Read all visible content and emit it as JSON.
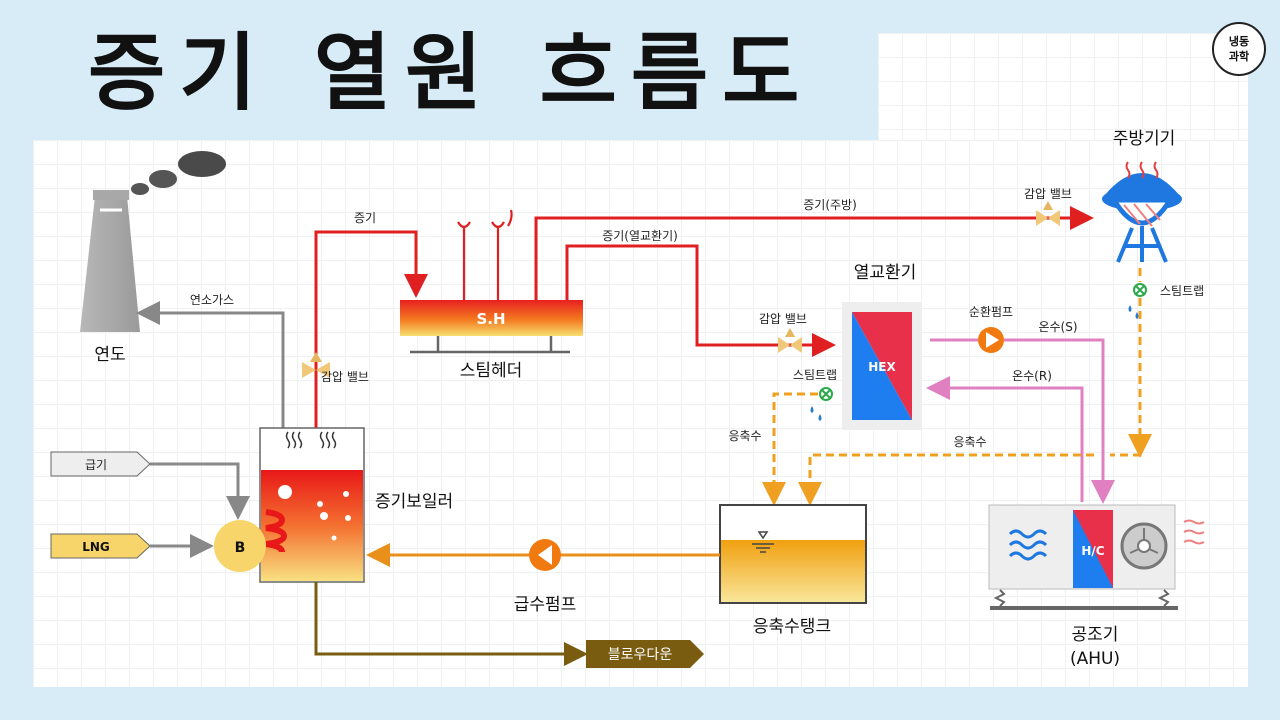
{
  "title": "증기 열원 흐름도",
  "logo": {
    "line1": "냉동",
    "line2": "과학"
  },
  "components": {
    "chimney": "연도",
    "header": "스팀헤더",
    "header_box": "S.H",
    "hex_title": "열교환기",
    "hex_box": "HEX",
    "boiler": "증기보일러",
    "burner": "B",
    "tank": "응축수탱크",
    "ahu": "공조기",
    "ahu_sub": "(AHU)",
    "ahu_box": "H/C",
    "kitchen": "주방기기",
    "feed_pump": "급수펌프",
    "blowdown": "블로우다운"
  },
  "inputs": {
    "air": "급기",
    "lng": "LNG"
  },
  "flow_labels": {
    "flue_gas": "연소가스",
    "steam": "증기",
    "steam_kitchen": "증기(주방)",
    "steam_hex": "증기(열교환기)",
    "prv_boiler": "감압 밸브",
    "prv_hex": "감압 밸브",
    "prv_kitchen": "감압 밸브",
    "circ_pump": "순환펌프",
    "hot_supply": "온수(S)",
    "hot_return": "온수(R)",
    "trap_hex": "스팀트랩",
    "trap_kitchen": "스팀트랩",
    "condensate_left": "응축수",
    "condensate_right": "응축수"
  },
  "colors": {
    "steam": "#e02020",
    "condensate": "#f0a020",
    "feedwater": "#e8901a",
    "hot_water": "#e080c0",
    "flue": "#888888",
    "blowdown": "#7a5c10",
    "hex_hot": "#e8304a",
    "hex_cold": "#1e7ef0"
  }
}
